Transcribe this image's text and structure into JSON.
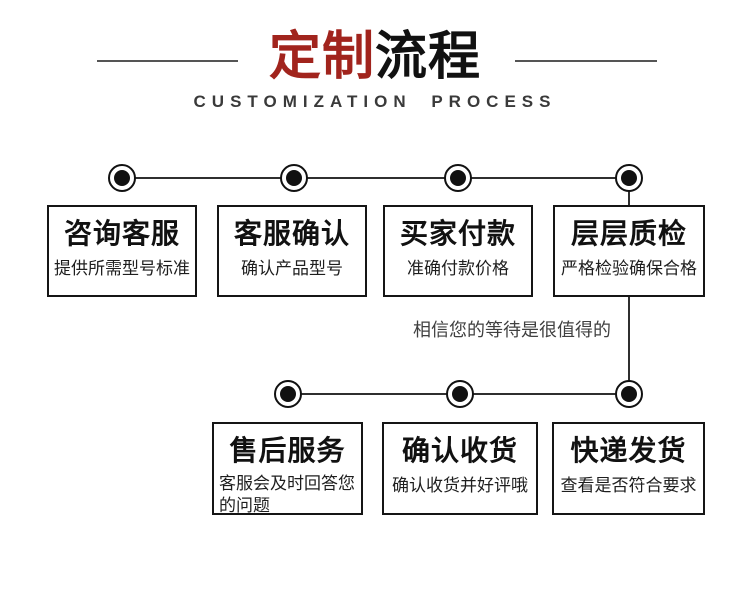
{
  "header": {
    "title_red": "定制",
    "title_black": "流程",
    "subtitle": "CUSTOMIZATION PROCESS",
    "accent_color": "#a1241d",
    "title_color": "#111111",
    "subtitle_color": "#3a3a3a"
  },
  "flow": {
    "note": "相信您的等待是很值得的",
    "row1": [
      {
        "title": "咨询客服",
        "desc": "提供所需型号标准"
      },
      {
        "title": "客服确认",
        "desc": "确认产品型号"
      },
      {
        "title": "买家付款",
        "desc": "准确付款价格"
      },
      {
        "title": "层层质检",
        "desc": "严格检验确保合格"
      }
    ],
    "row2": [
      {
        "title": "售后服务",
        "desc": "客服会及时回答您的问题"
      },
      {
        "title": "确认收货",
        "desc": "确认收货并好评哦"
      },
      {
        "title": "快递发货",
        "desc": "查看是否符合要求"
      }
    ]
  }
}
